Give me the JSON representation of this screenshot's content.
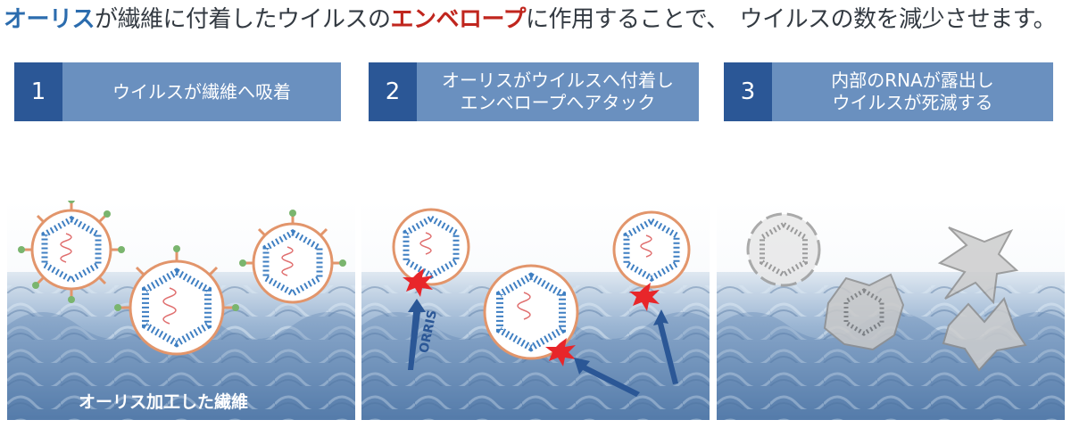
{
  "headline": {
    "part1": "オーリス",
    "part2": "が繊維に付着したウイルスの",
    "part3": "エンベロープ",
    "part4": "に作用することで、",
    "part5": "ウイルスの数を減少させます。",
    "colors": {
      "accent_blue": "#2b6cae",
      "accent_red": "#c0261e",
      "text": "#333a42"
    }
  },
  "steps": [
    {
      "num": "1",
      "lines": [
        "ウイルスが繊維へ吸着"
      ]
    },
    {
      "num": "2",
      "lines": [
        "オーリスがウイルスへ付着し",
        "エンベロープへアタック"
      ]
    },
    {
      "num": "3",
      "lines": [
        "内部のRNAが露出し",
        "ウイルスが死滅する"
      ]
    }
  ],
  "panels": {
    "panel1": {
      "fabric_caption": "オーリス加工した繊維"
    },
    "panel2": {
      "molecule_label": "ORRIS"
    }
  }
}
